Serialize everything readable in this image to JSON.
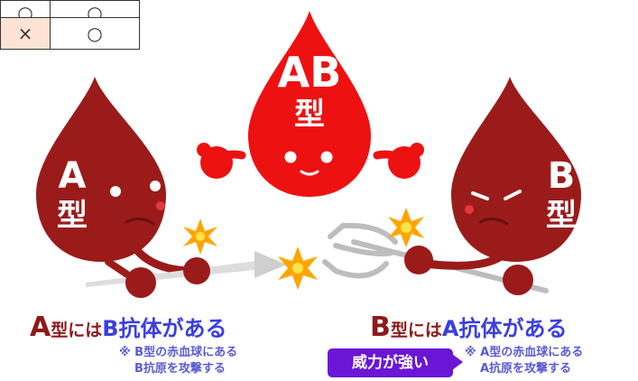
{
  "table_fragment": {
    "rows": [
      [
        "○",
        "○"
      ],
      [
        "×",
        "○"
      ]
    ]
  },
  "blood_ab": {
    "letters": "AB",
    "type": "型"
  },
  "blood_a": {
    "letter": "A",
    "type": "型"
  },
  "blood_b": {
    "letter": "B",
    "type": "型"
  },
  "caption_a": {
    "blood": "A",
    "kata_ni_wa": "型には",
    "antibody": "B抗体",
    "ga_aru": "がある"
  },
  "caption_b": {
    "blood": "B",
    "kata_ni_wa": "型には",
    "antibody": "A抗体",
    "ga_aru": "がある"
  },
  "note_a": {
    "line1": "※ B型の赤血球にある",
    "line2": "B抗原を攻撃する"
  },
  "note_b": {
    "line1": "※ A型の赤血球にある",
    "line2": "A抗原を攻撃する"
  },
  "badge": {
    "label": "威力が強い"
  },
  "colors": {
    "dark_red": "#9b1b1b",
    "bright_red": "#ee1111",
    "blue": "#3a3fe0",
    "purple": "#6b15d6",
    "spark": "#ffa500"
  }
}
